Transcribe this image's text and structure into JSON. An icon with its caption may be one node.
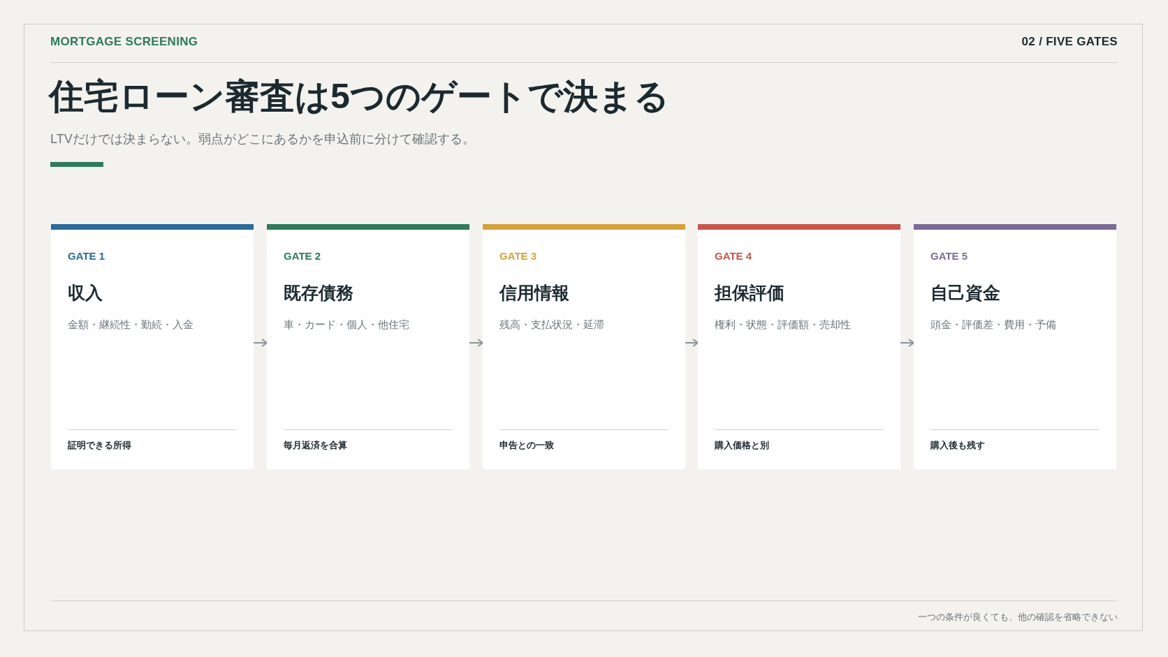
{
  "diagram": {
    "title": "住宅ローン審査は5つのゲートで決まる",
    "nodes": [
      {
        "text": [
          "GATE 1",
          "収入",
          "金額・継続性・勤続・入金",
          "証明できる所得"
        ]
      },
      {
        "text": [
          "GATE 2",
          "既存債務",
          "車・カード・個人・他住宅",
          "毎月返済を合算"
        ]
      },
      {
        "text": [
          "GATE 3",
          "信用情報",
          "残高・支払状況・延滞",
          "申告との一致"
        ]
      },
      {
        "text": [
          "GATE 4",
          "担保評価",
          "権利・状態・評価額・売却性",
          "購入価格と別"
        ]
      },
      {
        "text": [
          "GATE 5",
          "自己資金",
          "頭金・評価差・費用・予備",
          "購入後も残す"
        ]
      }
    ],
    "edges": [
      {
        "from": 0,
        "to": 1,
        "arrow": "to"
      },
      {
        "from": 1,
        "to": 2,
        "arrow": "to"
      },
      {
        "from": 2,
        "to": 3,
        "arrow": "to"
      },
      {
        "from": 3,
        "to": 4,
        "arrow": "to"
      }
    ],
    "labels": [
      "MORTGAGE SCREENING",
      "02 / FIVE GATES",
      "LTVだけでは決まらない。弱点がどこにあるかを申込前に分けて確認する。",
      "一つの条件が良くても、他の確認を省略できない"
    ]
  }
}
